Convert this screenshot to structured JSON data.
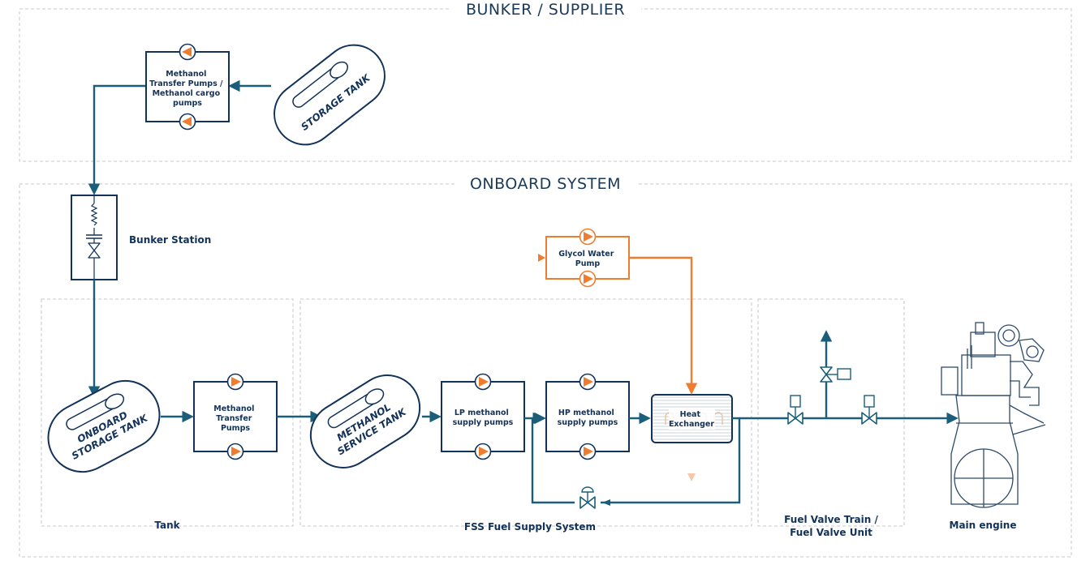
{
  "sections": {
    "bunker_title": "BUNKER / SUPPLIER",
    "onboard_title": "ONBOARD SYSTEM"
  },
  "zones": {
    "tank": "Tank",
    "fss_line1": "FSS Fuel Supply System",
    "fuel_valve_line1": "Fuel Valve Train /",
    "fuel_valve_line2": "Fuel Valve Unit",
    "main_engine": "Main engine"
  },
  "components": {
    "supplier_pumps": [
      "Methanol",
      "Transfer Pumps /",
      "Methanol cargo",
      "pumps"
    ],
    "storage_tank": "STORAGE TANK",
    "bunker_station": "Bunker Station",
    "onboard_storage_tank": [
      "ONBOARD",
      "STORAGE TANK"
    ],
    "transfer_pumps": [
      "Methanol",
      "Transfer",
      "Pumps"
    ],
    "service_tank": [
      "METHANOL",
      "SERVICE TANK"
    ],
    "lp_pumps": [
      "LP methanol",
      "supply pumps"
    ],
    "hp_pumps": [
      "HP methanol",
      "supply pumps"
    ],
    "heat_exchanger": [
      "Heat",
      "Exchanger"
    ],
    "glycol_pump": [
      "Glycol Water",
      "Pump"
    ]
  },
  "colors": {
    "navy": "#12325a",
    "pipe": "#1a5e7a",
    "orange": "#ee7d30",
    "zone_border": "#c3c7cc"
  }
}
